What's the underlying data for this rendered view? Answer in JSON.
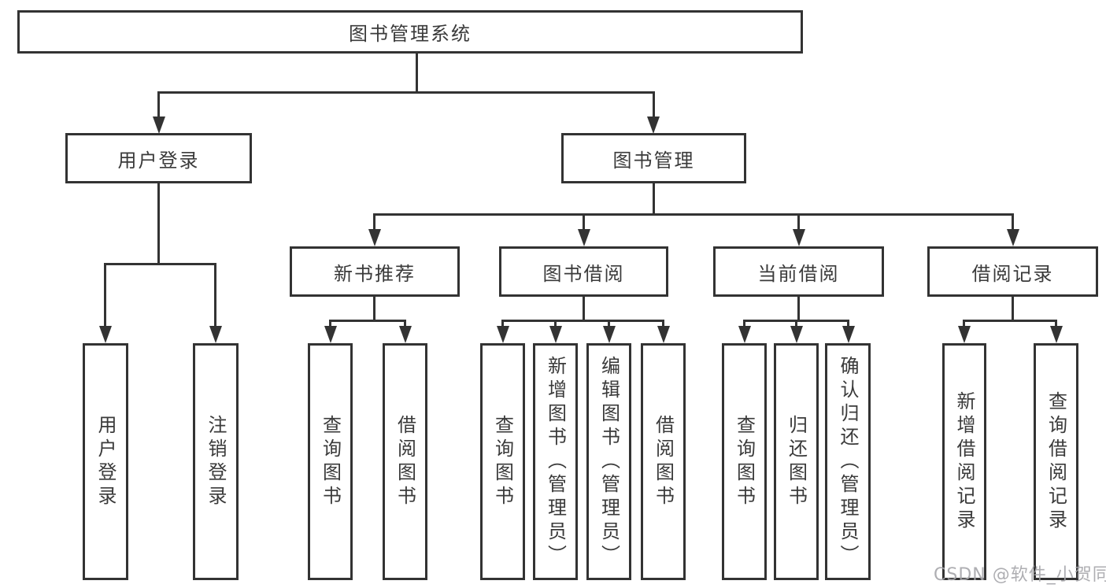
{
  "tree": {
    "root": {
      "label": "图书管理系统"
    },
    "branches": [
      {
        "label": "用户登录",
        "children": [
          {
            "label": "用户登录"
          },
          {
            "label": "注销登录"
          }
        ]
      },
      {
        "label": "图书管理",
        "sections": [
          {
            "label": "新书推荐",
            "children": [
              {
                "label": "查询图书"
              },
              {
                "label": "借阅图书"
              }
            ]
          },
          {
            "label": "图书借阅",
            "children": [
              {
                "label": "查询图书"
              },
              {
                "label": "新增图书（管理员）"
              },
              {
                "label": "编辑图书（管理员）"
              },
              {
                "label": "借阅图书"
              }
            ]
          },
          {
            "label": "当前借阅",
            "children": [
              {
                "label": "查询图书"
              },
              {
                "label": "归还图书"
              },
              {
                "label": "确认归还（管理员）"
              }
            ]
          },
          {
            "label": "借阅记录",
            "children": [
              {
                "label": "新增借阅记录"
              },
              {
                "label": "查询借阅记录"
              }
            ]
          }
        ]
      }
    ]
  },
  "watermark": {
    "text": "CSDN @软件_小贺同学"
  },
  "colors": {
    "line": "#333333",
    "text": "#3a3a3a",
    "box_background": "#ffffff",
    "watermark": "#a5a5aa"
  }
}
